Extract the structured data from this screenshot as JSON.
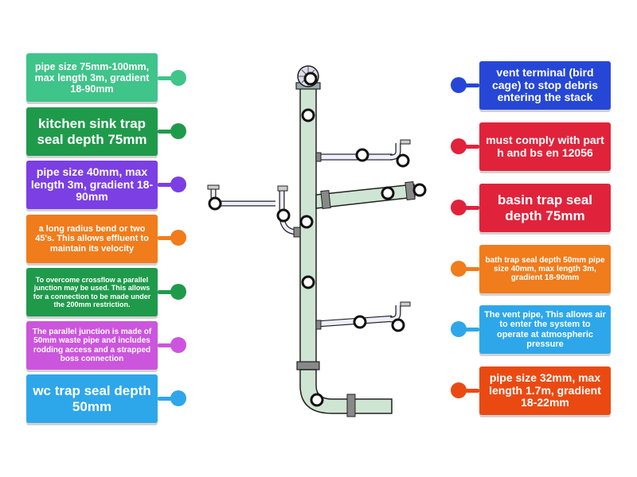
{
  "colors": {
    "green_light": "#3fc48a",
    "green_dark": "#1f9a4b",
    "purple": "#7b3fe4",
    "orange": "#f07c1c",
    "magenta": "#cc55dd",
    "sky": "#2ea7ea",
    "blue_dark": "#2647d6",
    "red": "#e0233b",
    "red_orange": "#ea4a12",
    "pipe_fill": "#cfe5d3",
    "pipe_stroke": "#222222"
  },
  "left_labels": [
    {
      "text": "pipe size 75mm-100mm, max length 3m, gradient 18-90mm",
      "color": "#3fc48a"
    },
    {
      "text": "kitchen sink trap seal depth 75mm",
      "color": "#1f9a4b"
    },
    {
      "text": "pipe size 40mm, max length 3m, gradient 18-90mm",
      "color": "#7b3fe4"
    },
    {
      "text": "a long radius bend or two 45's. This allows effluent to maintain its velocity",
      "color": "#f07c1c"
    },
    {
      "text": "To overcome crossflow a parallel junction may be used. This allows for a connection to be made under the 200mm restriction.",
      "color": "#1f9a4b"
    },
    {
      "text": "The parallel junction is made of 50mm waste pipe and includes rodding access and a strapped boss connection",
      "color": "#cc55dd"
    },
    {
      "text": "wc trap seal depth 50mm",
      "color": "#2ea7ea"
    }
  ],
  "right_labels": [
    {
      "text": "vent terminal (bird cage) to stop debris entering the stack",
      "color": "#2647d6"
    },
    {
      "text": "must comply with part h and bs en 12056",
      "color": "#e0233b"
    },
    {
      "text": "basin trap seal depth 75mm",
      "color": "#e0233b"
    },
    {
      "text": "bath trap seal depth 50mm pipe size 40mm, max length 3m, gradient 18-90mm",
      "color": "#f07c1c"
    },
    {
      "text": "The vent pipe, This allows air to enter the system to operate at atmospheric pressure",
      "color": "#2ea7ea"
    },
    {
      "text": "pipe size 32mm, max length 1.7m, gradient 18-22mm",
      "color": "#ea4a12"
    }
  ]
}
